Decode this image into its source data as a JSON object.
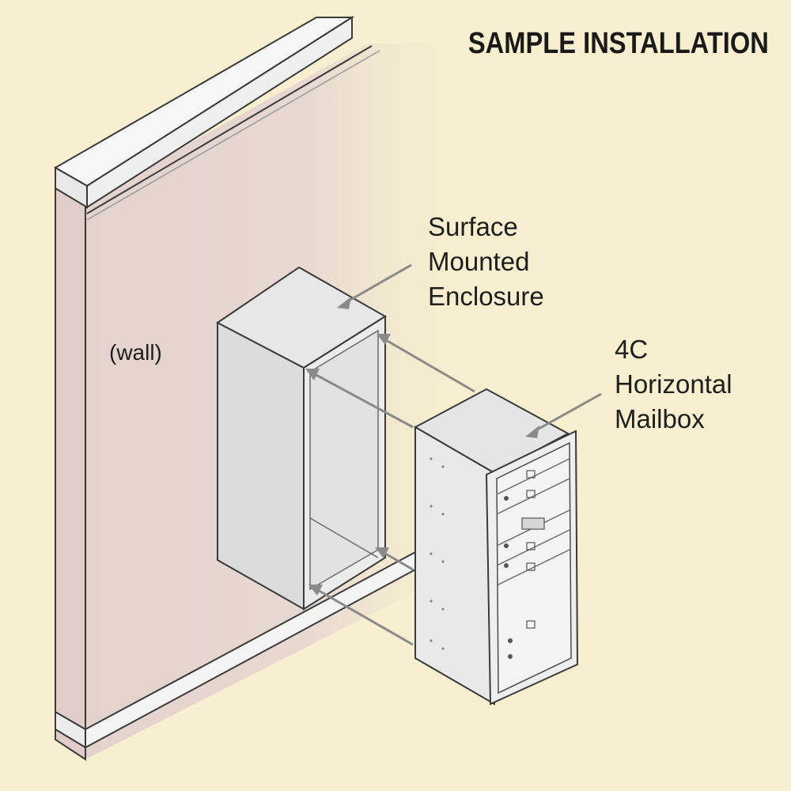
{
  "title": "SAMPLE INSTALLATION",
  "labels": {
    "wall": "(wall)",
    "enclosure": [
      "Surface",
      "Mounted",
      "Enclosure"
    ],
    "mailbox": [
      "4C",
      "Horizontal",
      "Mailbox"
    ]
  },
  "colors": {
    "background": "#f7efcf",
    "wall": "#e6d5cf",
    "trim": "#f4f4f4",
    "outline": "#3a3a3a",
    "metal": "#dcdcdc",
    "arrow": "#8a8a8a"
  }
}
